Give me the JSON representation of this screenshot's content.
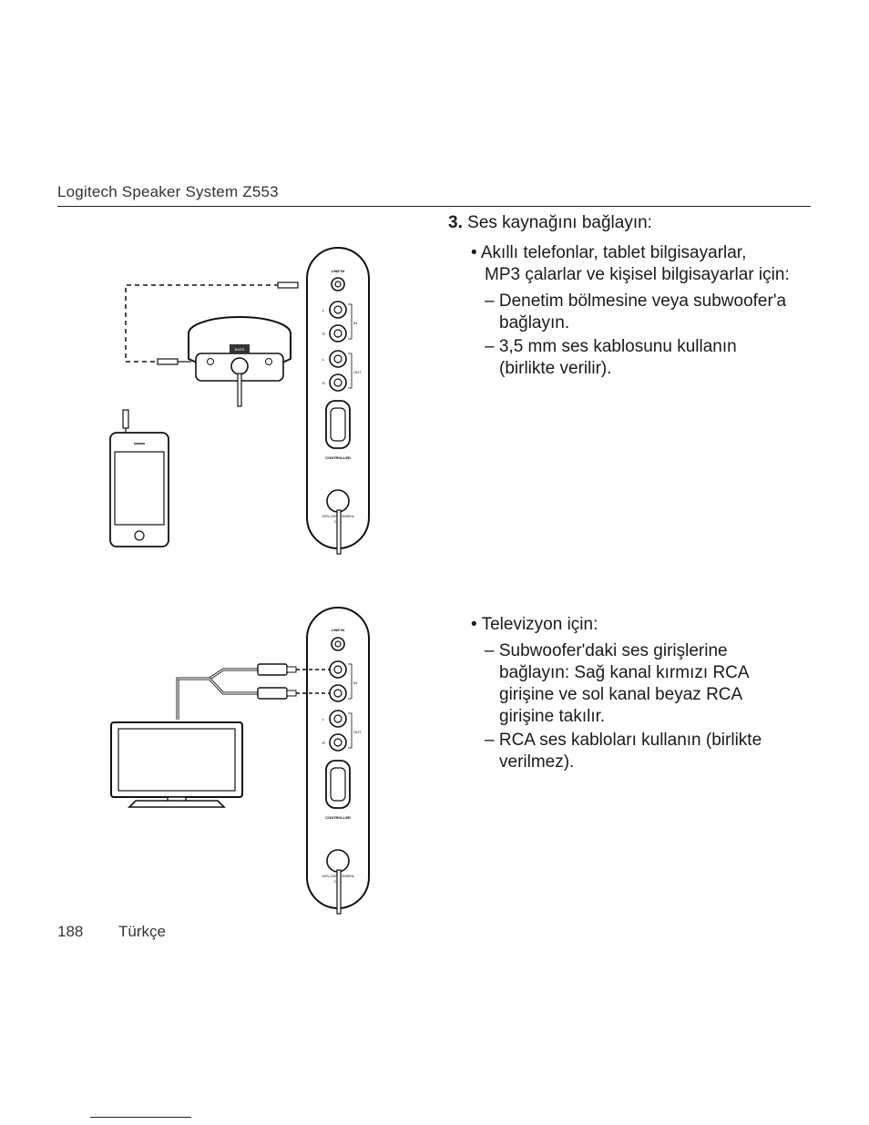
{
  "header": {
    "title": "Logitech Speaker System Z553"
  },
  "step3": {
    "number": "3.",
    "title": "Ses kaynağını bağlayın:",
    "bullet1": {
      "lines": [
        "• Akıllı telefonlar, tablet bilgisayarlar,",
        "MP3 çalarlar ve kişisel bilgisayarlar için:"
      ],
      "dash1": [
        "– Denetim bölmesine veya subwoofer'a",
        "bağlayın."
      ],
      "dash2": [
        "– 3,5 mm ses kablosunu kullanın",
        "(birlikte verilir)."
      ]
    },
    "bullet2": {
      "lines": [
        "• Televizyon için:"
      ],
      "dash1": [
        "– Subwoofer'daki ses girişlerine",
        "bağlayın: Sağ kanal kırmızı RCA",
        "girişine ve sol kanal beyaz RCA",
        "girişine takılır."
      ],
      "dash2": [
        "– RCA ses kabloları kullanın (birlikte",
        "verilmez)."
      ]
    }
  },
  "panel_labels": {
    "line_in": "LINE IN",
    "in": "IN",
    "out": "OUT",
    "left": "L",
    "right": "R",
    "controller": "CONTROLLER",
    "power_line1": "100V-240V ~ 50/60Hz",
    "power_line2": "2.0 A",
    "bass": "BASS"
  },
  "footer": {
    "page_number": "188",
    "language": "Türkçe"
  }
}
